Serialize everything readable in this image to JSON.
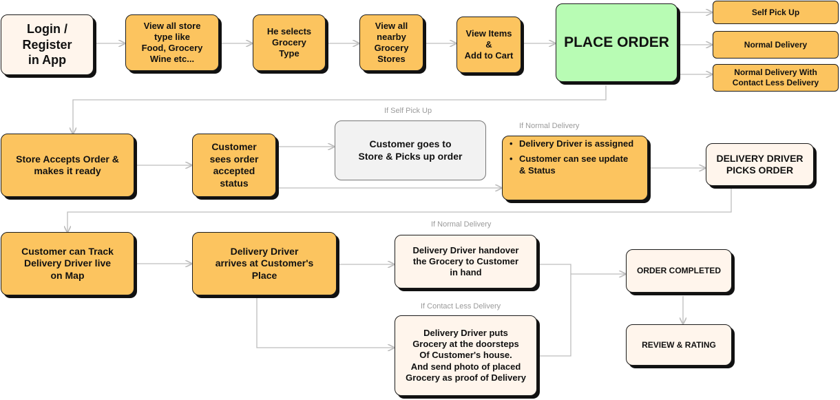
{
  "nodes": {
    "login": "Login /\nRegister\nin App",
    "view_store_types": "View all store\ntype like\nFood, Grocery\nWine etc...",
    "select_grocery": "He selects\nGrocery\nType",
    "view_nearby": "View all\nnearby\nGrocery\nStores",
    "view_items": "View Items\n&\nAdd to Cart",
    "place_order": "PLACE  ORDER",
    "self_pickup": "Self Pick Up",
    "normal_delivery": "Normal Delivery",
    "contactless_delivery": "Normal Delivery With\nContact Less Delivery",
    "store_accepts": "Store Accepts Order &\nmakes it ready",
    "customer_sees": "Customer\nsees order\naccepted\nstatus",
    "customer_goes": "Customer goes to\nStore & Picks up order",
    "driver_assigned_bullets": [
      "Delivery Driver is assigned",
      "Customer can see update\n& Status"
    ],
    "driver_picks": "DELIVERY DRIVER\nPICKS ORDER",
    "track_driver": "Customer can Track\nDelivery Driver live\non Map",
    "driver_arrives": "Delivery Driver\narrives at Customer's\nPlace",
    "handover": "Delivery Driver handover\nthe Grocery to Customer\nin hand",
    "doorstep": "Delivery Driver puts\nGrocery at the doorsteps\nOf Customer's house.\nAnd send photo of placed\nGrocery as proof of Delivery",
    "order_completed": "ORDER COMPLETED",
    "review_rating": "REVIEW & RATING"
  },
  "conditions": {
    "if_self_pickup": "If Self Pick Up",
    "if_normal_delivery_1": "If Normal Delivery",
    "if_normal_delivery_2": "If Normal Delivery",
    "if_contactless": "If Contact Less Delivery"
  },
  "colors": {
    "orange": "#fcc45f",
    "cream": "#fff5ec",
    "green": "#b8fcb4",
    "grey": "#f2f2f2",
    "connector": "#bdbdbd"
  }
}
